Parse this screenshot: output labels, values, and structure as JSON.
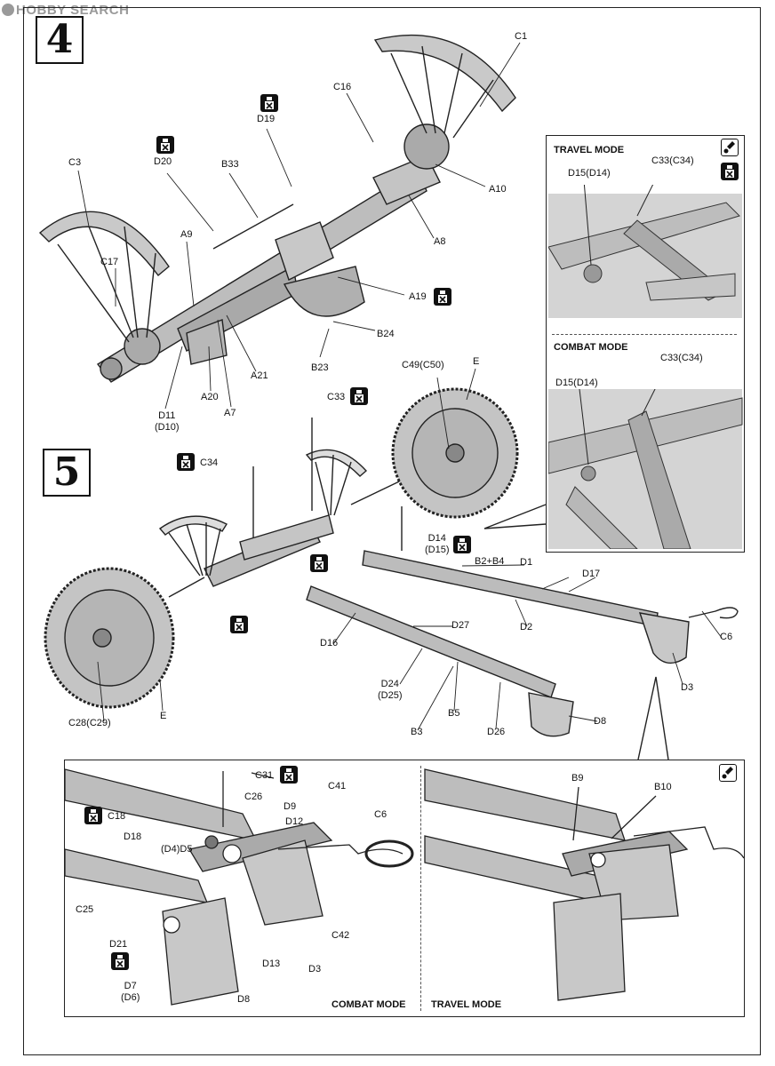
{
  "watermark": "HOBBY SEARCH",
  "steps": {
    "step4": "4",
    "step5": "5"
  },
  "inset_modes": {
    "travel": "TRAVEL MODE",
    "combat": "COMBAT MODE"
  },
  "bottom_modes": {
    "combat": "COMBAT MODE",
    "travel": "TRAVEL MODE"
  },
  "icons": {
    "glue": "glue-bottle-icon",
    "paint": "paint-brush-icon"
  },
  "labels": {
    "c1": "C1",
    "c16": "C16",
    "d19": "D19",
    "d20": "D20",
    "b33": "B33",
    "c3": "C3",
    "a10": "A10",
    "a8": "A8",
    "a9": "A9",
    "c17": "C17",
    "a19": "A19",
    "b24": "B24",
    "b23": "B23",
    "a21": "A21",
    "a20": "A20",
    "a7": "A7",
    "d11": "D11",
    "d11b": "(D10)",
    "c33": "C33",
    "c49": "C49(C50)",
    "e_top": "E",
    "c34": "C34",
    "d14": "D14",
    "d14b": "(D15)",
    "b2b4": "B2+B4",
    "d1": "D1",
    "d17": "D17",
    "d2": "D2",
    "c6": "C6",
    "d3": "D3",
    "d27": "D27",
    "d16": "D16",
    "d24": "D24",
    "d24b": "(D25)",
    "b5": "B5",
    "b3": "B3",
    "d26": "D26",
    "d8": "D8",
    "e_bot": "E",
    "c28": "C28(C29)",
    "in_d15": "D15(D14)",
    "in_c33": "C33(C34)",
    "in_d15b": "D15(D14)",
    "in_c33b": "C33(C34)",
    "bl_c31": "C31",
    "bl_c26": "C26",
    "bl_c41": "C41",
    "bl_c6": "C6",
    "bl_d9": "D9",
    "bl_c18": "C18",
    "bl_d12": "D12",
    "bl_d18": "D18",
    "bl_d4d5": "(D4)D5",
    "bl_c25": "C25",
    "bl_c42": "C42",
    "bl_d21": "D21",
    "bl_d13": "D13",
    "bl_d3": "D3",
    "bl_d7": "D7",
    "bl_d6": "(D6)",
    "bl_d8": "D8",
    "br_b9": "B9",
    "br_b10": "B10"
  }
}
